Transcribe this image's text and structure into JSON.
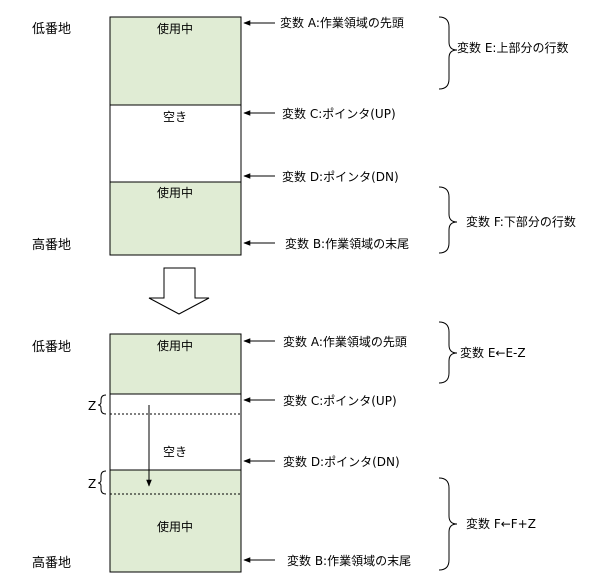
{
  "colors": {
    "used_fill": "#e0ecd4",
    "free_fill": "#ffffff",
    "line": "#000000"
  },
  "top": {
    "low_addr": "低番地",
    "high_addr": "高番地",
    "block_used_top": "使用中",
    "block_free": "空き",
    "block_used_bottom": "使用中",
    "var_a": "変数 A:作業領域の先頭",
    "var_c": "変数 C:ポインタ(UP)",
    "var_d": "変数 D:ポインタ(DN)",
    "var_b": "変数 B:作業領域の末尾",
    "var_e": "変数 E:上部分の行数",
    "var_f": "変数 F:下部分の行数"
  },
  "bottom": {
    "low_addr": "低番地",
    "high_addr": "高番地",
    "block_used_top": "使用中",
    "block_free": "空き",
    "block_used_bottom": "使用中",
    "var_a": "変数 A:作業領域の先頭",
    "var_c": "変数 C:ポインタ(UP)",
    "var_d": "変数 D:ポインタ(DN)",
    "var_b": "変数 B:作業領域の末尾",
    "var_e": "変数 E←E-Z",
    "var_f": "変数 F←F+Z",
    "z_upper": "Z",
    "z_lower": "Z"
  }
}
